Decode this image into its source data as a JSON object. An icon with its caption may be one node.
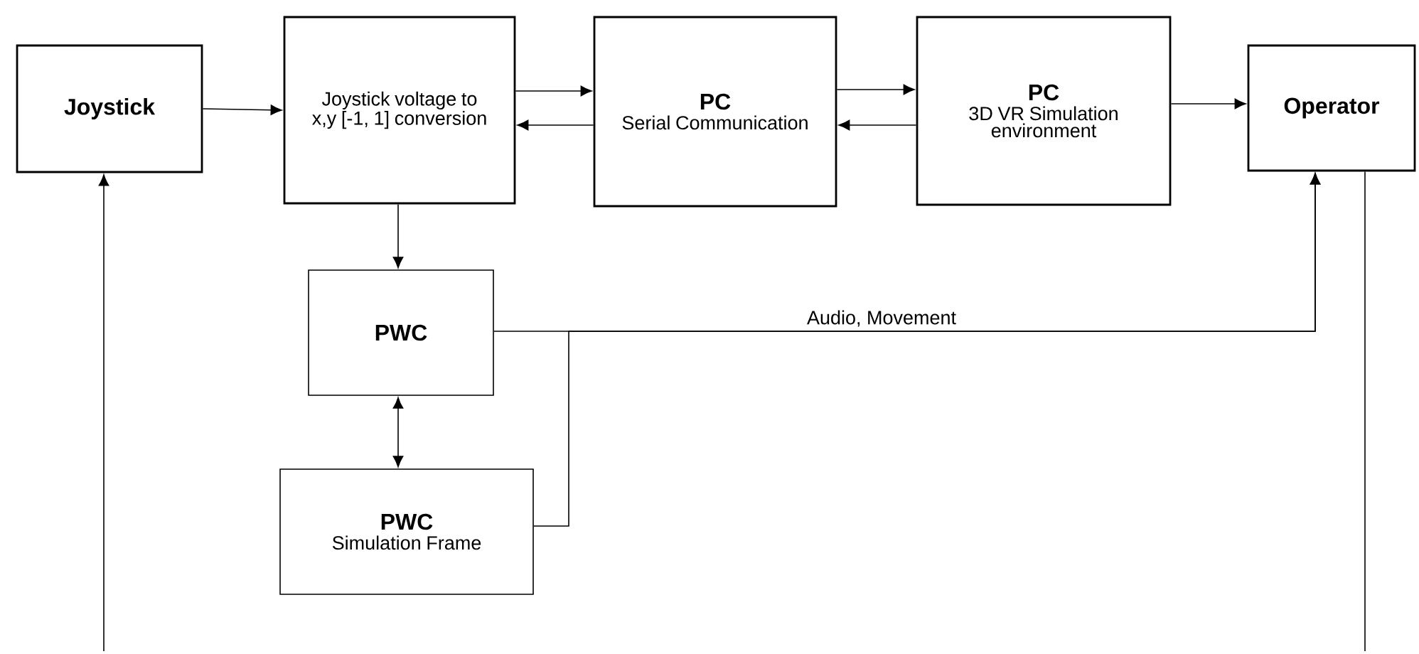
{
  "diagram": {
    "nodes": [
      {
        "text": [
          "Joystick"
        ]
      },
      {
        "text": [
          "Joystick voltage to x,y [-1, 1] conversion"
        ]
      },
      {
        "text": [
          "PC",
          "Serial Communication"
        ]
      },
      {
        "text": [
          "PC",
          "3D VR Simulation environment"
        ]
      },
      {
        "text": [
          "Operator"
        ]
      },
      {
        "text": [
          "PWC"
        ]
      },
      {
        "text": [
          "PWC",
          "Simulation Frame"
        ]
      }
    ],
    "edges": [
      {
        "from": 0,
        "to": 1,
        "arrow": "to"
      },
      {
        "from": 1,
        "to": 2,
        "arrow": "to"
      },
      {
        "from": 2,
        "to": 1,
        "arrow": "to"
      },
      {
        "from": 2,
        "to": 3,
        "arrow": "to"
      },
      {
        "from": 3,
        "to": 2,
        "arrow": "to"
      },
      {
        "from": 3,
        "to": 4,
        "arrow": "to"
      },
      {
        "from": 1,
        "to": 5,
        "arrow": "to"
      },
      {
        "from": 5,
        "to": 6,
        "arrow": "both"
      },
      {
        "from": 5,
        "to": 4,
        "arrow": "to",
        "label": "Audio, Movement"
      },
      {
        "from": 6,
        "to": 4,
        "arrow": "to"
      },
      {
        "from": null,
        "to": 0,
        "arrow": "to"
      },
      {
        "from": 4,
        "to": null,
        "arrow": "none"
      }
    ]
  }
}
